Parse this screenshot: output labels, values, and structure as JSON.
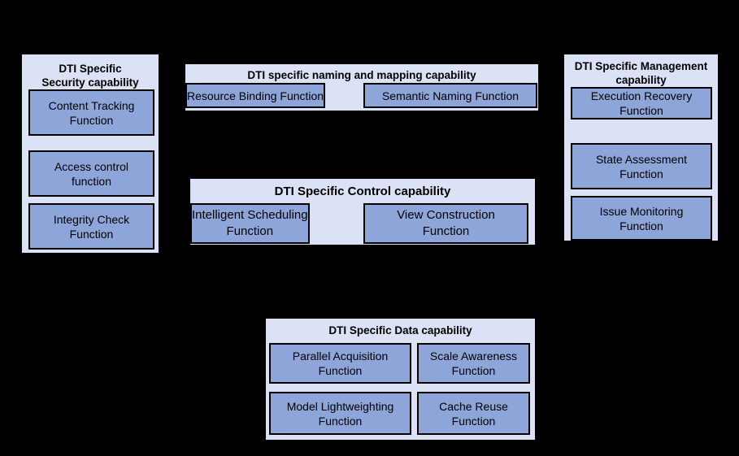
{
  "background_color": "#000000",
  "palette": {
    "group_fill": "#dbe2f5",
    "group_border": "#000000",
    "function_fill": "#8da5d9",
    "function_border": "#000000",
    "text_color": "#000000"
  },
  "groups": [
    {
      "name": "security",
      "title": "DTI Specific Security capability",
      "title_lines": [
        "DTI Specific",
        "Security capability"
      ],
      "functions": [
        {
          "label": "Access control function",
          "lines": [
            "Access control",
            "function"
          ]
        },
        {
          "label": "Integrity Check Function",
          "lines": [
            "Integrity Check",
            "Function"
          ]
        },
        {
          "label": "Content Tracking Function",
          "lines": [
            "Content Tracking",
            "Function"
          ]
        }
      ]
    },
    {
      "name": "naming-and-mapping",
      "title": "DTI specific naming and mapping capability",
      "title_lines": [
        "DTI specific naming and mapping capability"
      ],
      "functions": [
        {
          "label": "Semantic Naming Function",
          "lines": [
            "Semantic Naming Function"
          ]
        },
        {
          "label": "Resource Binding Function",
          "lines": [
            "Resource Binding Function"
          ]
        }
      ]
    },
    {
      "name": "management",
      "title": "DTI Specific Management capability",
      "title_lines": [
        "DTI Specific Management",
        "capability"
      ],
      "functions": [
        {
          "label": "State Assessment Function",
          "lines": [
            "State Assessment",
            "Function"
          ]
        },
        {
          "label": "Issue Monitoring Function",
          "lines": [
            "Issue Monitoring",
            "Function"
          ]
        },
        {
          "label": "Execution Recovery Function",
          "lines": [
            "Execution Recovery",
            "Function"
          ]
        }
      ]
    },
    {
      "name": "control",
      "title": "DTI Specific Control capability",
      "title_lines": [
        "DTI Specific Control capability"
      ],
      "functions": [
        {
          "label": "View Construction Function",
          "lines": [
            "View Construction",
            "Function"
          ]
        },
        {
          "label": "Intelligent Scheduling Function",
          "lines": [
            "Intelligent Scheduling",
            "Function"
          ]
        }
      ]
    },
    {
      "name": "data",
      "title": "DTI Specific Data capability",
      "title_lines": [
        "DTI Specific Data capability"
      ],
      "functions": [
        {
          "label": "Parallel Acquisition Function",
          "lines": [
            "Parallel Acquisition",
            "Function"
          ]
        },
        {
          "label": "Scale Awareness Function",
          "lines": [
            "Scale Awareness",
            "Function"
          ]
        },
        {
          "label": "Model Lightweighting Function",
          "lines": [
            "Model Lightweighting",
            "Function"
          ]
        },
        {
          "label": "Cache Reuse Function",
          "lines": [
            "Cache Reuse",
            "Function"
          ]
        }
      ]
    }
  ]
}
